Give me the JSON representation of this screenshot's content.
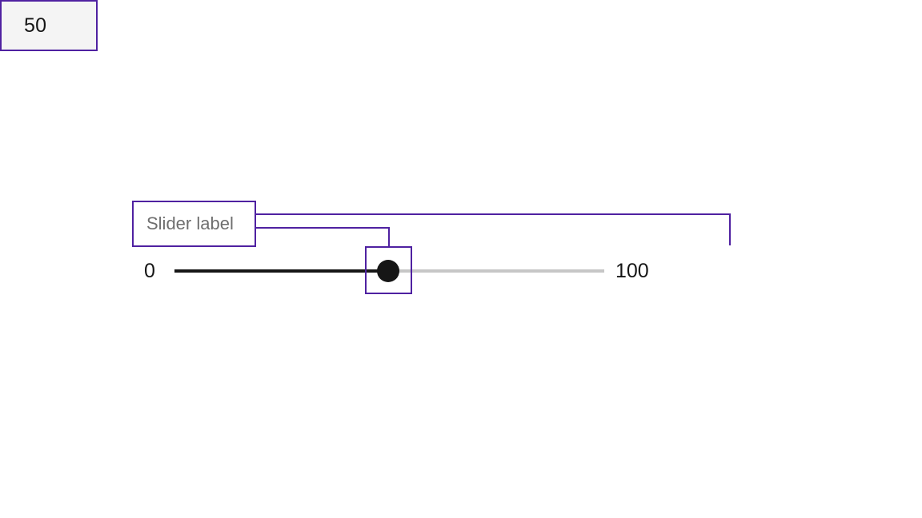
{
  "component": {
    "name": "Slider",
    "background": "#ffffff",
    "annotation_color": "#4f21a1"
  },
  "slider": {
    "label": "Slider label",
    "min_label": "0",
    "max_label": "100",
    "value": "50",
    "min": 0,
    "max": 100,
    "current": 50,
    "percent_filled": "50%",
    "track_color": "#c6c6c6",
    "filled_color": "#161616",
    "thumb_color": "#161616",
    "label_color": "#6f6f6f",
    "value_text_color": "#161616",
    "value_field_background": "#f4f4f4"
  },
  "annotations": [
    {
      "id": "label-region",
      "target": "Slider label"
    },
    {
      "id": "handle-region",
      "target": "thumb"
    },
    {
      "id": "value-region",
      "target": "50"
    }
  ]
}
